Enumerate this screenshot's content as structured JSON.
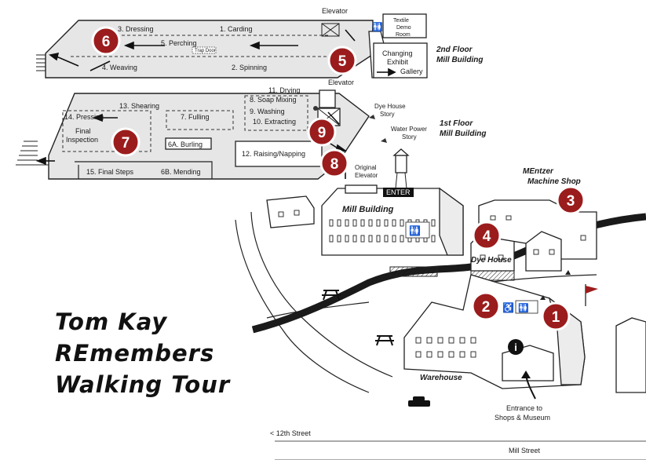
{
  "title": {
    "line1": "Tom Kay",
    "line2": "REmembers",
    "line3": "Walking Tour"
  },
  "floor2": {
    "heading_line1": "2nd Floor",
    "heading_line2": "Mill Building",
    "rooms": [
      "3. Dressing",
      "1. Carding",
      "5. Perching",
      "Trap Door",
      "4. Weaving",
      "2. Spinning"
    ],
    "elevator": "Elevator",
    "textile_demo": [
      "Textile",
      "Demo",
      "Room"
    ],
    "changing_exhibit": [
      "Changing",
      "Exhibit",
      "Gallery"
    ]
  },
  "floor1": {
    "heading_line1": "1st Floor",
    "heading_line2": "Mill Building",
    "elevator": "Elevator",
    "rooms": [
      "11. Drying",
      "8. Soap Mixing",
      "9. Washing",
      "10. Extracting",
      "13. Shearing",
      "14. Pressing",
      "7. Fulling",
      "6A. Burling",
      "12. Raising/Napping",
      "15. Final Steps",
      "6B. Mending"
    ],
    "final_inspection": [
      "Final",
      "Inspection"
    ],
    "dye_house_story": [
      "Dye House",
      "Story"
    ],
    "water_power_story": [
      "Water Power",
      "Story"
    ],
    "original_elevator": [
      "Original",
      "Elevator"
    ]
  },
  "site": {
    "enter": "ENTER",
    "mill_building": "Mill Building",
    "dye_house": "Dye House",
    "mentzer_line1": "MEntzer",
    "mentzer_line2": "Machine Shop",
    "warehouse": "Warehouse",
    "entrance_line1": "Entrance to",
    "entrance_line2": "Shops & Museum",
    "street_12th": "< 12th Street",
    "street_mill": "Mill Street",
    "info_glyph": "i"
  },
  "stops": [
    "6",
    "5",
    "7",
    "9",
    "8",
    "3",
    "4",
    "2",
    "1"
  ],
  "colors": {
    "marker": "#9b1c1c",
    "creek": "#1a1a1a",
    "flag": "#9b1c1c"
  }
}
